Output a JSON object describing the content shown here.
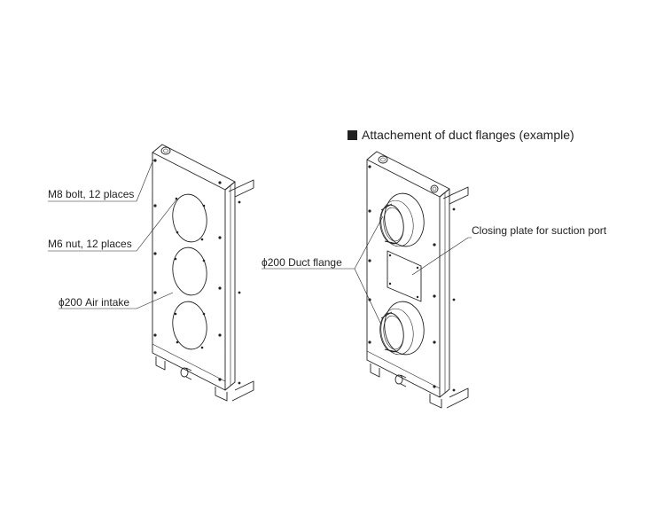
{
  "section_title": "Attachement of duct flanges (example)",
  "left_labels": {
    "bolt": "M8 bolt, 12 places",
    "nut": "M6 nut, 12 places",
    "intake": "ϕ200 Air intake"
  },
  "right_labels": {
    "flange": "ϕ200 Duct flange",
    "closing_plate": "Closing plate for suction port"
  }
}
